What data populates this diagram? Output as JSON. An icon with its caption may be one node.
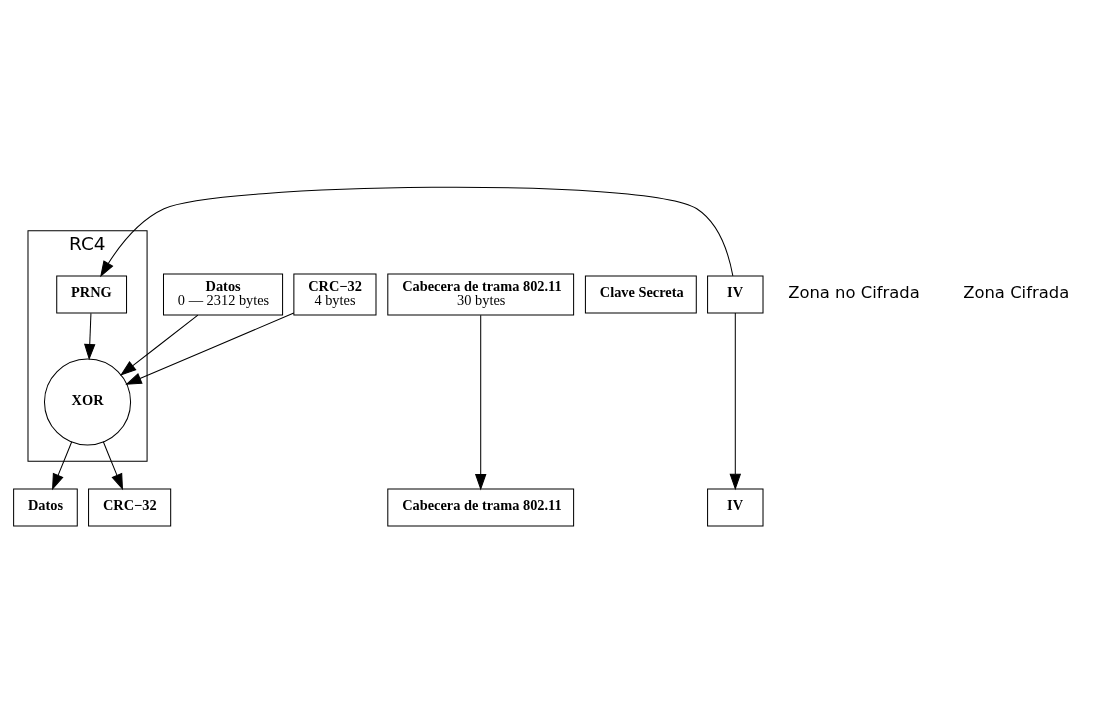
{
  "diagram": {
    "nodes": [
      {
        "text": [
          "Cabecera de trama 802.11",
          "30 bytes"
        ]
      },
      {
        "text": [
          "Datos",
          "0 — 2312 bytes"
        ]
      },
      {
        "text": [
          "CRC−32",
          "4 bytes"
        ]
      },
      {
        "text": [
          "RC4"
        ]
      },
      {
        "text": [
          "XOR"
        ],
        "in": 3
      },
      {
        "text": [
          "PRNG"
        ],
        "in": 3
      },
      {
        "text": [
          "Clave Secreta"
        ]
      },
      {
        "text": [
          "IV"
        ]
      },
      {
        "text": [
          "Cabecera de trama 802.11"
        ]
      },
      {
        "text": [
          "IV"
        ]
      },
      {
        "text": [
          "Datos"
        ]
      },
      {
        "text": [
          "CRC−32"
        ]
      }
    ],
    "edges": [
      {
        "from": 1,
        "to": 4,
        "arrow": "to"
      },
      {
        "from": 2,
        "to": 4,
        "arrow": "to"
      },
      {
        "from": 7,
        "to": 5,
        "arrow": "to"
      },
      {
        "from": 5,
        "to": 4,
        "arrow": "to"
      },
      {
        "from": 4,
        "to": 10,
        "arrow": "to"
      },
      {
        "from": 4,
        "to": 11,
        "arrow": "to"
      },
      {
        "from": 0,
        "to": 8,
        "arrow": "to"
      },
      {
        "from": 7,
        "to": 9,
        "arrow": "to"
      }
    ],
    "labels": [
      "Zona no Cifrada",
      "Zona Cifrada"
    ]
  }
}
